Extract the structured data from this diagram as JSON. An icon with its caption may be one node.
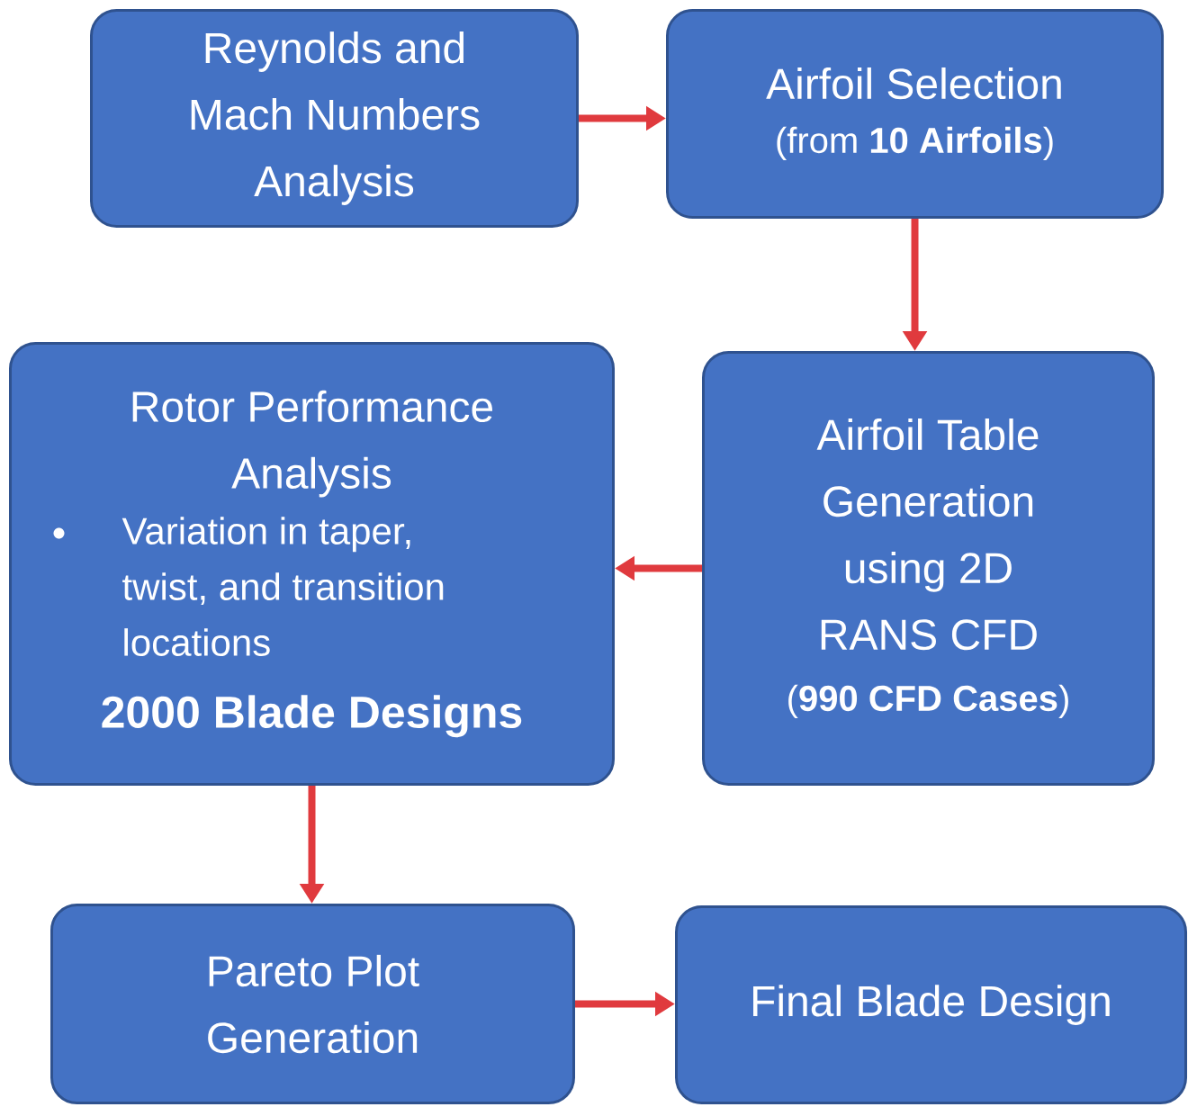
{
  "diagram": {
    "nodes": [
      {
        "text": [
          "Reynolds and Mach Numbers Analysis"
        ]
      },
      {
        "text": [
          "Airfoil Selection",
          "(from **10 Airfoils**)"
        ]
      },
      {
        "text": [
          "Airfoil Table Generation using 2D RANS CFD",
          "(**990 CFD Cases**)"
        ]
      },
      {
        "text": [
          "Rotor Performance Analysis",
          "Variation in taper, twist, and transition locations",
          "2000 Blade Designs"
        ]
      },
      {
        "text": [
          "Pareto Plot Generation"
        ]
      },
      {
        "text": [
          "Final Blade Design"
        ]
      }
    ],
    "edges": [
      {
        "from": 0,
        "to": 1,
        "arrow": "to"
      },
      {
        "from": 1,
        "to": 2,
        "arrow": "to"
      },
      {
        "from": 2,
        "to": 3,
        "arrow": "to"
      },
      {
        "from": 3,
        "to": 4,
        "arrow": "to"
      },
      {
        "from": 4,
        "to": 5,
        "arrow": "to"
      }
    ]
  }
}
